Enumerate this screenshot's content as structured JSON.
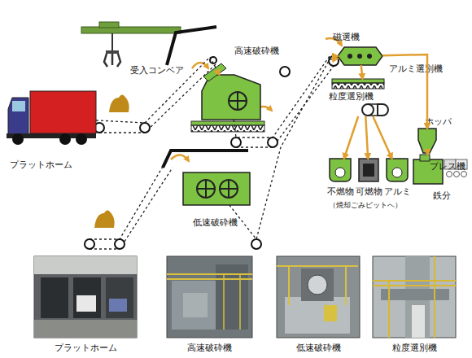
{
  "diagram": {
    "nodes": [
      {
        "text": [
          "プラットホーム"
        ]
      },
      {
        "text": [
          "高速破砕機"
        ]
      },
      {
        "text": [
          "低速破砕機"
        ]
      },
      {
        "text": [
          "磁選機"
        ]
      },
      {
        "text": [
          "粒度選別機"
        ]
      },
      {
        "text": [
          "ホッパ"
        ]
      },
      {
        "text": [
          "プレス機"
        ]
      },
      {
        "text": [
          "不燃物"
        ]
      },
      {
        "text": [
          "可燃物"
        ]
      },
      {
        "text": [
          "アルミ"
        ]
      },
      {
        "text": [
          "プラットホーム"
        ]
      },
      {
        "text": [
          "高速破砕機"
        ]
      },
      {
        "text": [
          "低速破砕機"
        ]
      },
      {
        "text": [
          "粒度選別機"
        ]
      }
    ],
    "edges": [
      {
        "from": 0,
        "to": 1,
        "arrow": "to"
      },
      {
        "from": 1,
        "to": 3,
        "arrow": "to"
      },
      {
        "from": 2,
        "to": 3,
        "arrow": "to"
      },
      {
        "from": 3,
        "to": 4,
        "arrow": "to"
      },
      {
        "from": 3,
        "to": 5,
        "arrow": "to"
      },
      {
        "from": 5,
        "to": 6,
        "arrow": "to"
      },
      {
        "from": 4,
        "to": 7,
        "arrow": "to"
      },
      {
        "from": 4,
        "to": 8,
        "arrow": "to"
      },
      {
        "from": 4,
        "to": 9,
        "arrow": "to"
      }
    ],
    "labels": [
      "受入コンベア",
      "アルミ選別機",
      "鉄分",
      "（焼却ごみピットへ）"
    ]
  }
}
